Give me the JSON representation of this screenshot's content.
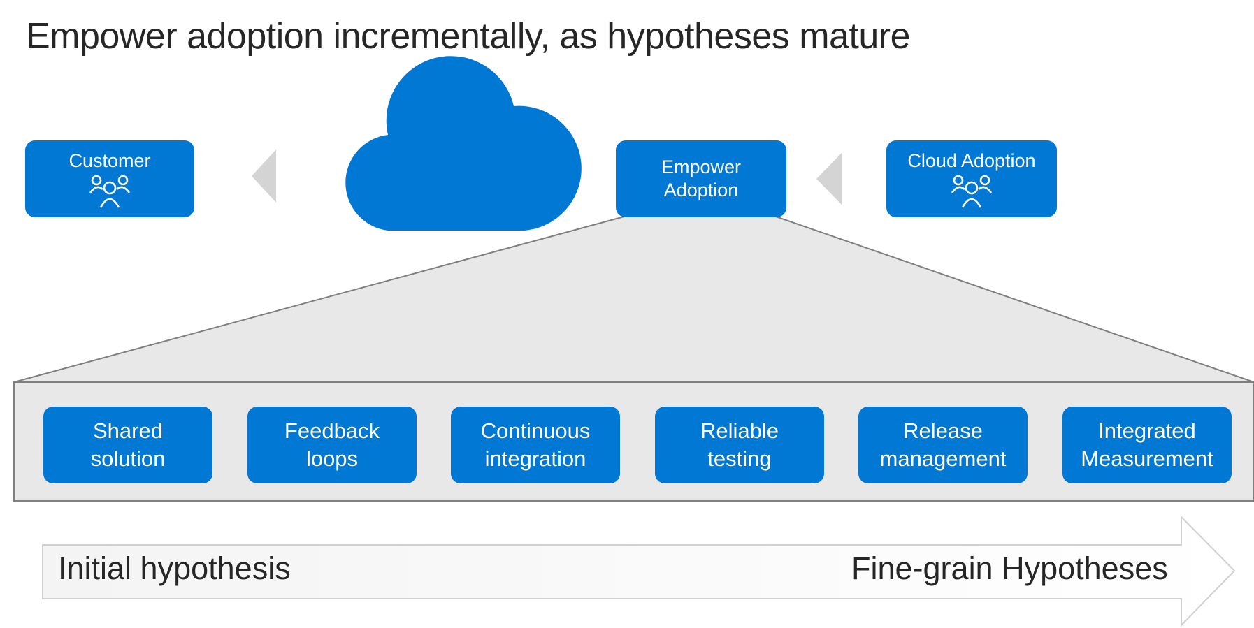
{
  "title": "Empower adoption incrementally, as hypotheses mature",
  "colors": {
    "accent": "#0078d4",
    "panel": "#e8e8e8",
    "chevron": "#d4d4d4",
    "text": "#262626"
  },
  "top_boxes": {
    "customer": {
      "label": "Customer",
      "icon": "people-icon"
    },
    "empower": {
      "label": "Empower\nAdoption"
    },
    "cloud_adoption": {
      "label": "Cloud Adoption",
      "icon": "people-icon"
    }
  },
  "cloud": {
    "icon": "cloud-icon"
  },
  "practices": [
    {
      "label": "Shared\nsolution"
    },
    {
      "label": "Feedback\nloops"
    },
    {
      "label": "Continuous\nintegration"
    },
    {
      "label": "Reliable\ntesting"
    },
    {
      "label": "Release\nmanagement"
    },
    {
      "label": "Integrated\nMeasurement"
    }
  ],
  "progress_arrow": {
    "start_label": "Initial hypothesis",
    "end_label": "Fine-grain Hypotheses"
  }
}
